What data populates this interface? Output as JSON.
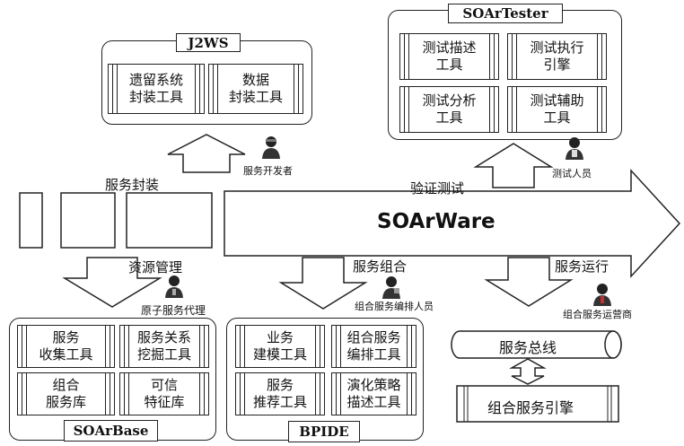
{
  "j2ws": {
    "title": "J2WS",
    "tools": [
      {
        "line1": "遗留系统",
        "line2": "封装工具"
      },
      {
        "line1": "数据",
        "line2": "封装工具"
      }
    ]
  },
  "soartester": {
    "title": "SOArTester",
    "tools": [
      {
        "line1": "测试描述",
        "line2": "工具"
      },
      {
        "line1": "测试执行",
        "line2": "引擎"
      },
      {
        "line1": "测试分析",
        "line2": "工具"
      },
      {
        "line1": "测试辅助",
        "line2": "工具"
      }
    ]
  },
  "main_arrow": {
    "label": "SOArWare"
  },
  "flow_labels": {
    "service_encapsulation": "服务封装",
    "verification_test": "验证测试",
    "resource_management": "资源管理",
    "service_composition": "服务组合",
    "service_running": "服务运行"
  },
  "roles": {
    "service_developer": "服务开发者",
    "tester": "测试人员",
    "atomic_service_agent": "原子服务代理",
    "composite_service_orchestrator": "组合服务编排人员",
    "composite_service_operator": "组合服务运营商"
  },
  "soarbase": {
    "title": "SOArBase",
    "tools": [
      {
        "line1": "服务",
        "line2": "收集工具"
      },
      {
        "line1": "服务关系",
        "line2": "挖掘工具"
      },
      {
        "line1": "组合",
        "line2": "服务库"
      },
      {
        "line1": "可信",
        "line2": "特征库"
      }
    ]
  },
  "bpide": {
    "title": "BPIDE",
    "tools": [
      {
        "line1": "业务",
        "line2": "建模工具"
      },
      {
        "line1": "组合服务",
        "line2": "编排工具"
      },
      {
        "line1": "服务",
        "line2": "推荐工具"
      },
      {
        "line1": "演化策略",
        "line2": "描述工具"
      }
    ]
  },
  "runtime": {
    "service_bus": "服务总线",
    "composite_engine": "组合服务引擎"
  }
}
